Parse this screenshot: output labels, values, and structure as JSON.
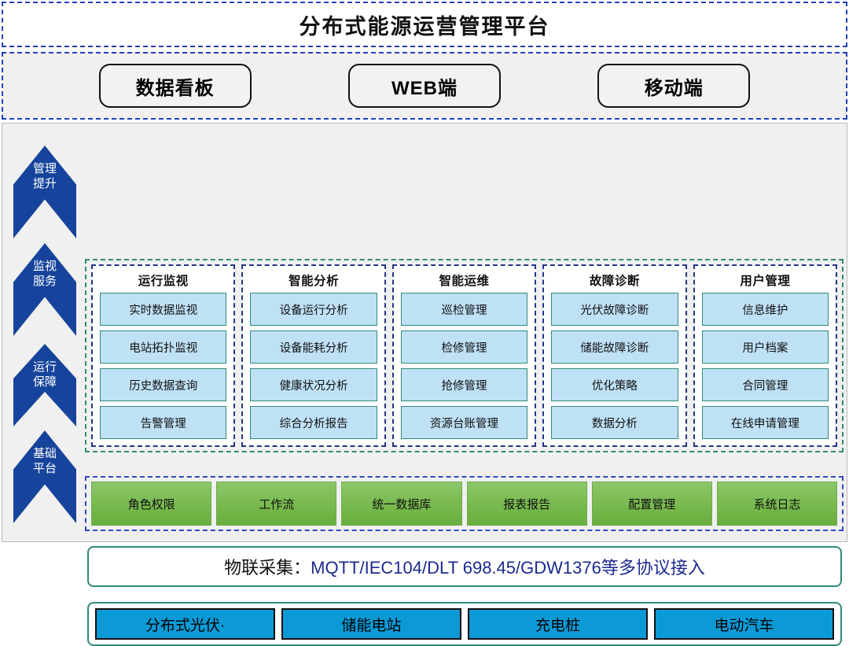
{
  "platform": {
    "title": "分布式能源运营管理平台"
  },
  "clients": {
    "tabs": [
      {
        "label": "数据看板"
      },
      {
        "label": "WEB端"
      },
      {
        "label": "移动端"
      }
    ]
  },
  "rail": {
    "items": [
      {
        "label": "管理\n提升"
      },
      {
        "label": "监视\n服务"
      },
      {
        "label": "运行\n保障"
      },
      {
        "label": "基础\n平台"
      }
    ]
  },
  "application_layer": {
    "columns": [
      {
        "title": "运行监视",
        "items": [
          {
            "label": "实时数据监视"
          },
          {
            "label": "电站拓扑监视"
          },
          {
            "label": "历史数据查询"
          },
          {
            "label": "告警管理"
          }
        ]
      },
      {
        "title": "智能分析",
        "items": [
          {
            "label": "设备运行分析"
          },
          {
            "label": "设备能耗分析"
          },
          {
            "label": "健康状况分析"
          },
          {
            "label": "综合分析报告"
          }
        ]
      },
      {
        "title": "智能运维",
        "items": [
          {
            "label": "巡检管理"
          },
          {
            "label": "检修管理"
          },
          {
            "label": "抢修管理"
          },
          {
            "label": "资源台账管理"
          }
        ]
      },
      {
        "title": "故障诊断",
        "items": [
          {
            "label": "光伏故障诊断"
          },
          {
            "label": "储能故障诊断"
          },
          {
            "label": "优化策略"
          },
          {
            "label": "数据分析"
          }
        ]
      },
      {
        "title": "用户管理",
        "items": [
          {
            "label": "信息维护"
          },
          {
            "label": "用户档案"
          },
          {
            "label": "合同管理"
          },
          {
            "label": "在线申请管理"
          }
        ]
      }
    ]
  },
  "support_layer": {
    "items": [
      {
        "label": "角色权限"
      },
      {
        "label": "工作流"
      },
      {
        "label": "统一数据库"
      },
      {
        "label": "报表报告"
      },
      {
        "label": "配置管理"
      },
      {
        "label": "系统日志"
      }
    ]
  },
  "iot_layer": {
    "label": "物联采集：",
    "value": "MQTT/IEC104/DLT 698.45/GDW1376等多协议接入"
  },
  "device_layer": {
    "items": [
      {
        "label": "分布式光伏·"
      },
      {
        "label": "储能电站"
      },
      {
        "label": "充电桩"
      },
      {
        "label": "电动汽车"
      }
    ]
  },
  "colors": {
    "brand_blue": "#16449c",
    "dashed_blue": "#1f3fbf",
    "dashed_navy": "#24348c",
    "teal": "#2e8b78",
    "card_blue": "#bfe1f6",
    "green": "#76b84b",
    "device_cyan": "#0b9ad6",
    "iot_text_blue": "#1b2a8f",
    "panel_gray": "#f0f0f0"
  }
}
